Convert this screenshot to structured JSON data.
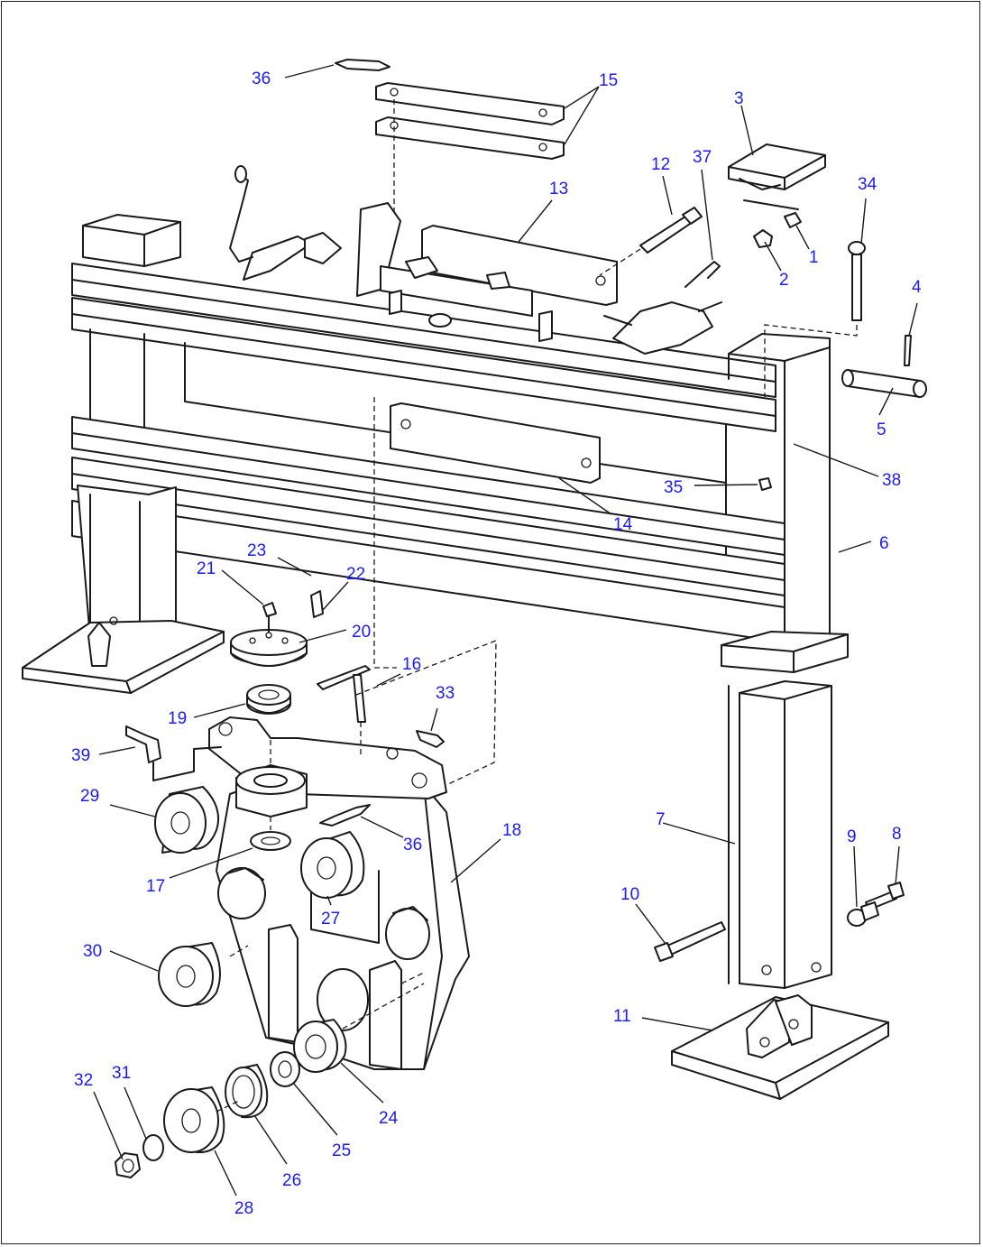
{
  "callouts": [
    {
      "id": "c1",
      "label": "1"
    },
    {
      "id": "c2",
      "label": "2"
    },
    {
      "id": "c3",
      "label": "3"
    },
    {
      "id": "c4",
      "label": "4"
    },
    {
      "id": "c5",
      "label": "5"
    },
    {
      "id": "c6",
      "label": "6"
    },
    {
      "id": "c7",
      "label": "7"
    },
    {
      "id": "c8",
      "label": "8"
    },
    {
      "id": "c9",
      "label": "9"
    },
    {
      "id": "c10",
      "label": "10"
    },
    {
      "id": "c11",
      "label": "11"
    },
    {
      "id": "c12",
      "label": "12"
    },
    {
      "id": "c13",
      "label": "13"
    },
    {
      "id": "c14",
      "label": "14"
    },
    {
      "id": "c15",
      "label": "15"
    },
    {
      "id": "c16",
      "label": "16"
    },
    {
      "id": "c17",
      "label": "17"
    },
    {
      "id": "c18",
      "label": "18"
    },
    {
      "id": "c19",
      "label": "19"
    },
    {
      "id": "c20",
      "label": "20"
    },
    {
      "id": "c21",
      "label": "21"
    },
    {
      "id": "c22",
      "label": "22"
    },
    {
      "id": "c23",
      "label": "23"
    },
    {
      "id": "c24",
      "label": "24"
    },
    {
      "id": "c25",
      "label": "25"
    },
    {
      "id": "c26",
      "label": "26"
    },
    {
      "id": "c27",
      "label": "27"
    },
    {
      "id": "c28",
      "label": "28"
    },
    {
      "id": "c29",
      "label": "29"
    },
    {
      "id": "c30",
      "label": "30"
    },
    {
      "id": "c31",
      "label": "31"
    },
    {
      "id": "c32",
      "label": "32"
    },
    {
      "id": "c33",
      "label": "33"
    },
    {
      "id": "c34",
      "label": "34"
    },
    {
      "id": "c35",
      "label": "35"
    },
    {
      "id": "c36a",
      "label": "36"
    },
    {
      "id": "c36b",
      "label": "36"
    },
    {
      "id": "c37",
      "label": "37"
    },
    {
      "id": "c38",
      "label": "38"
    },
    {
      "id": "c39",
      "label": "39"
    }
  ],
  "colors": {
    "callout": "#1a1aff",
    "line": "#1a1a1a",
    "background": "#ffffff"
  }
}
